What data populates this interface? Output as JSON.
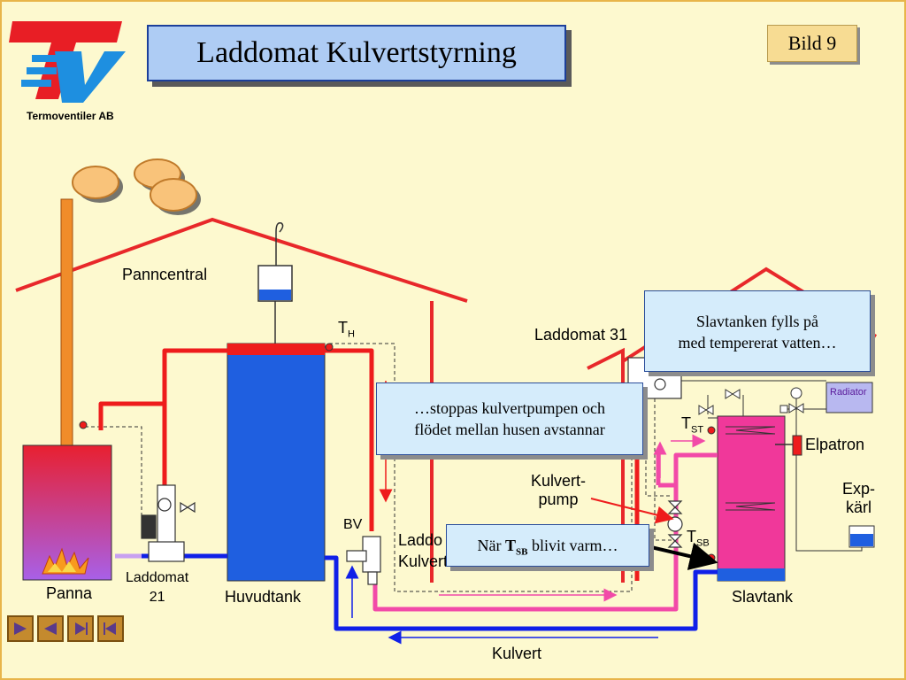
{
  "title": "Laddomat Kulvertstyrning",
  "slide_label": "Bild 9",
  "logo": {
    "company": "Termoventiler AB",
    "colors": {
      "red": "#e81e25",
      "blue": "#1e8fe0"
    }
  },
  "labels": {
    "panncentral": "Panncentral",
    "th": "T",
    "th_sub": "H",
    "laddomat31": "Laddomat 31",
    "tst": "T",
    "tst_sub": "ST",
    "tsb": "T",
    "tsb_sub": "SB",
    "radiator": "Radiator",
    "elpatron": "Elpatron",
    "exp_karl_1": "Exp-",
    "exp_karl_2": "kärl",
    "kulvertpump_1": "Kulvert-",
    "kulvertpump_2": "pump",
    "bv": "BV",
    "laddomat_kulvert_1": "Laddo",
    "laddomat_kulvert_2": "Kulvert",
    "panna": "Panna",
    "laddomat21_1": "Laddomat",
    "laddomat21_2": "21",
    "huvudtank": "Huvudtank",
    "slavtank": "Slavtank",
    "kulvert": "Kulvert"
  },
  "callouts": {
    "slavtank_fills": [
      "Slavtanken fylls på",
      "med tempererat vatten…"
    ],
    "stops": [
      "…stoppas kulvertpumpen och",
      "flödet mellan husen  avstannar"
    ],
    "when_tsb_pre": "När ",
    "when_tsb_bold": "T",
    "when_tsb_sub": "SB",
    "when_tsb_post": " blivit varm…"
  },
  "colors": {
    "hot": "#ee1c1c",
    "warm": "#f24aa8",
    "cold": "#1020e8",
    "house_outline": "#e8282a",
    "tank_blue": "#1f5fe0",
    "slavtank_pink": "#f0389a",
    "chimney": "#f08c2a"
  },
  "navigation": [
    "nav-first-icon",
    "nav-prev-icon",
    "nav-next-icon",
    "nav-last-icon"
  ]
}
